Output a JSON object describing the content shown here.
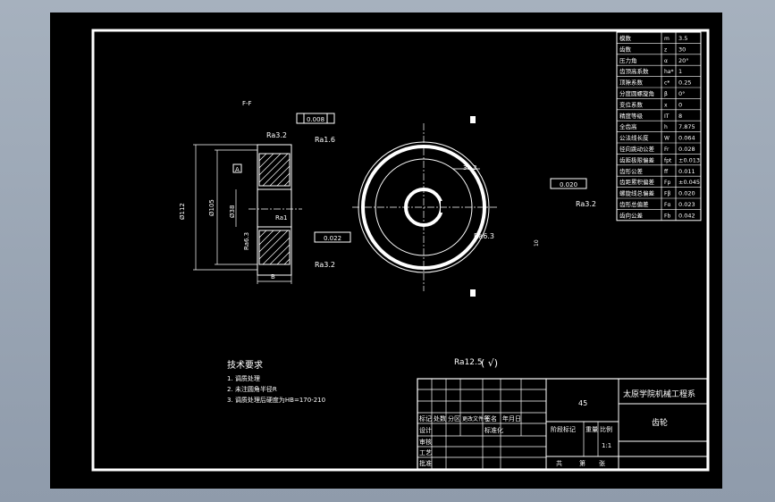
{
  "param_table": [
    {
      "name": "模数",
      "sym": "m",
      "val": "3.5"
    },
    {
      "name": "齿数",
      "sym": "z",
      "val": "30"
    },
    {
      "name": "压力角",
      "sym": "α",
      "val": "20°"
    },
    {
      "name": "齿顶高系数",
      "sym": "ha*",
      "val": "1"
    },
    {
      "name": "顶隙系数",
      "sym": "c*",
      "val": "0.25"
    },
    {
      "name": "分度圆螺旋角",
      "sym": "β",
      "val": "0°"
    },
    {
      "name": "变位系数",
      "sym": "x",
      "val": "0"
    },
    {
      "name": "精度等级",
      "sym": "IT",
      "val": "8"
    },
    {
      "name": "全齿高",
      "sym": "h",
      "val": "7.875"
    },
    {
      "name": "公法线长度",
      "sym": "W",
      "val": "0.064"
    },
    {
      "name": "径向跳动公差",
      "sym": "Fr",
      "val": "0.028"
    },
    {
      "name": "齿距极限偏差",
      "sym": "fpt",
      "val": "±0.013"
    },
    {
      "name": "齿形公差",
      "sym": "ff",
      "val": "0.011"
    },
    {
      "name": "齿距累积偏差",
      "sym": "Fp",
      "val": "±0.045"
    },
    {
      "name": "螺旋线总偏差",
      "sym": "Fβ",
      "val": "0.020"
    },
    {
      "name": "齿形总偏差",
      "sym": "Fα",
      "val": "0.023"
    },
    {
      "name": "齿向公差",
      "sym": "Fb",
      "val": "0.042"
    }
  ],
  "tech_req": {
    "title": "技术要求",
    "items": [
      "1. 调质处理",
      "2. 未注圆角半径R",
      "3. 调质处理后硬度为HB=170-210"
    ]
  },
  "roughness_note": {
    "ra": "Ra12.5",
    "rest": "( √)"
  },
  "left_view": {
    "flatness": "0.008",
    "datum": "A",
    "ra_top": "Ra3.2",
    "ra_side": "Ra1.6",
    "ra_face": "Ra1",
    "ra_bore": "Ra6.3",
    "runout": "0.022",
    "ra_bottom": "Ra3.2",
    "dim_od": "Ø112",
    "dim_pitch": "Ø105",
    "dim_bore": "Ø38",
    "dim_width": "B",
    "section_mark": "F-F"
  },
  "right_view": {
    "dim_key": "30.3",
    "flat": "0.020",
    "ra_right": "Ra3.2",
    "ra_center": "Ra6.3",
    "dim_side": "10"
  },
  "title_block": {
    "material": "45",
    "company": "太原学院机械工程系",
    "part_name": "齿轮",
    "row_labels": [
      "标记",
      "处数",
      "分区",
      "更改文件号",
      "签名",
      "年月日"
    ],
    "design": "设计",
    "std": "标准化",
    "check": "审核",
    "process": "工艺",
    "approve": "批准",
    "stage": "阶段标记",
    "weight": "重量",
    "scale": "比例",
    "scale_val": "1:1",
    "sheet_total": "共",
    "sheet_no": "张",
    "sheet_of": "第"
  }
}
